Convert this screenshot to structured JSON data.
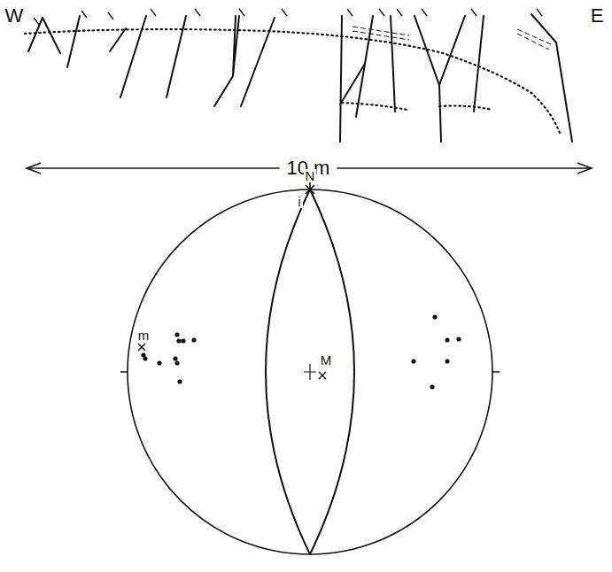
{
  "diagram": {
    "labels": [
      "W",
      "E",
      "10 m",
      "N",
      "i",
      "m",
      "M"
    ]
  }
}
